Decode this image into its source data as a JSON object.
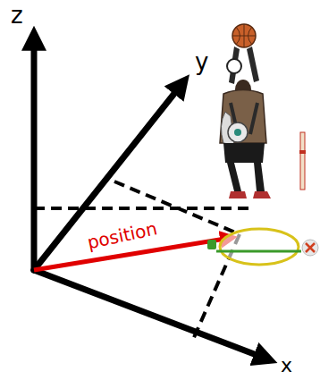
{
  "diagram": {
    "labels": [
      "z",
      "y",
      "x",
      "position"
    ]
  }
}
